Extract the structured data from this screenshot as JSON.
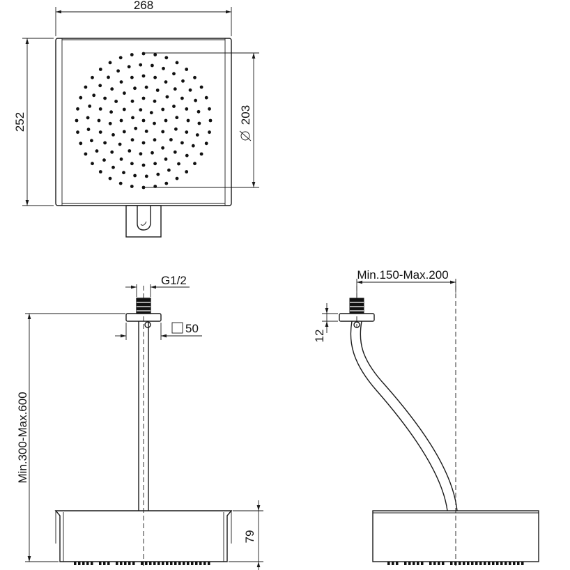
{
  "dimensions": {
    "top_width": "268",
    "top_height": "252",
    "spray_diameter": "203",
    "thread": "G1/2",
    "flange_square": "50",
    "arm_length": "Min.300-Max.600",
    "flange_height": "12",
    "offset": "Min.150-Max.200",
    "head_height": "79"
  },
  "symbols": {
    "diameter": "diameter-symbol",
    "square": "square-symbol"
  }
}
